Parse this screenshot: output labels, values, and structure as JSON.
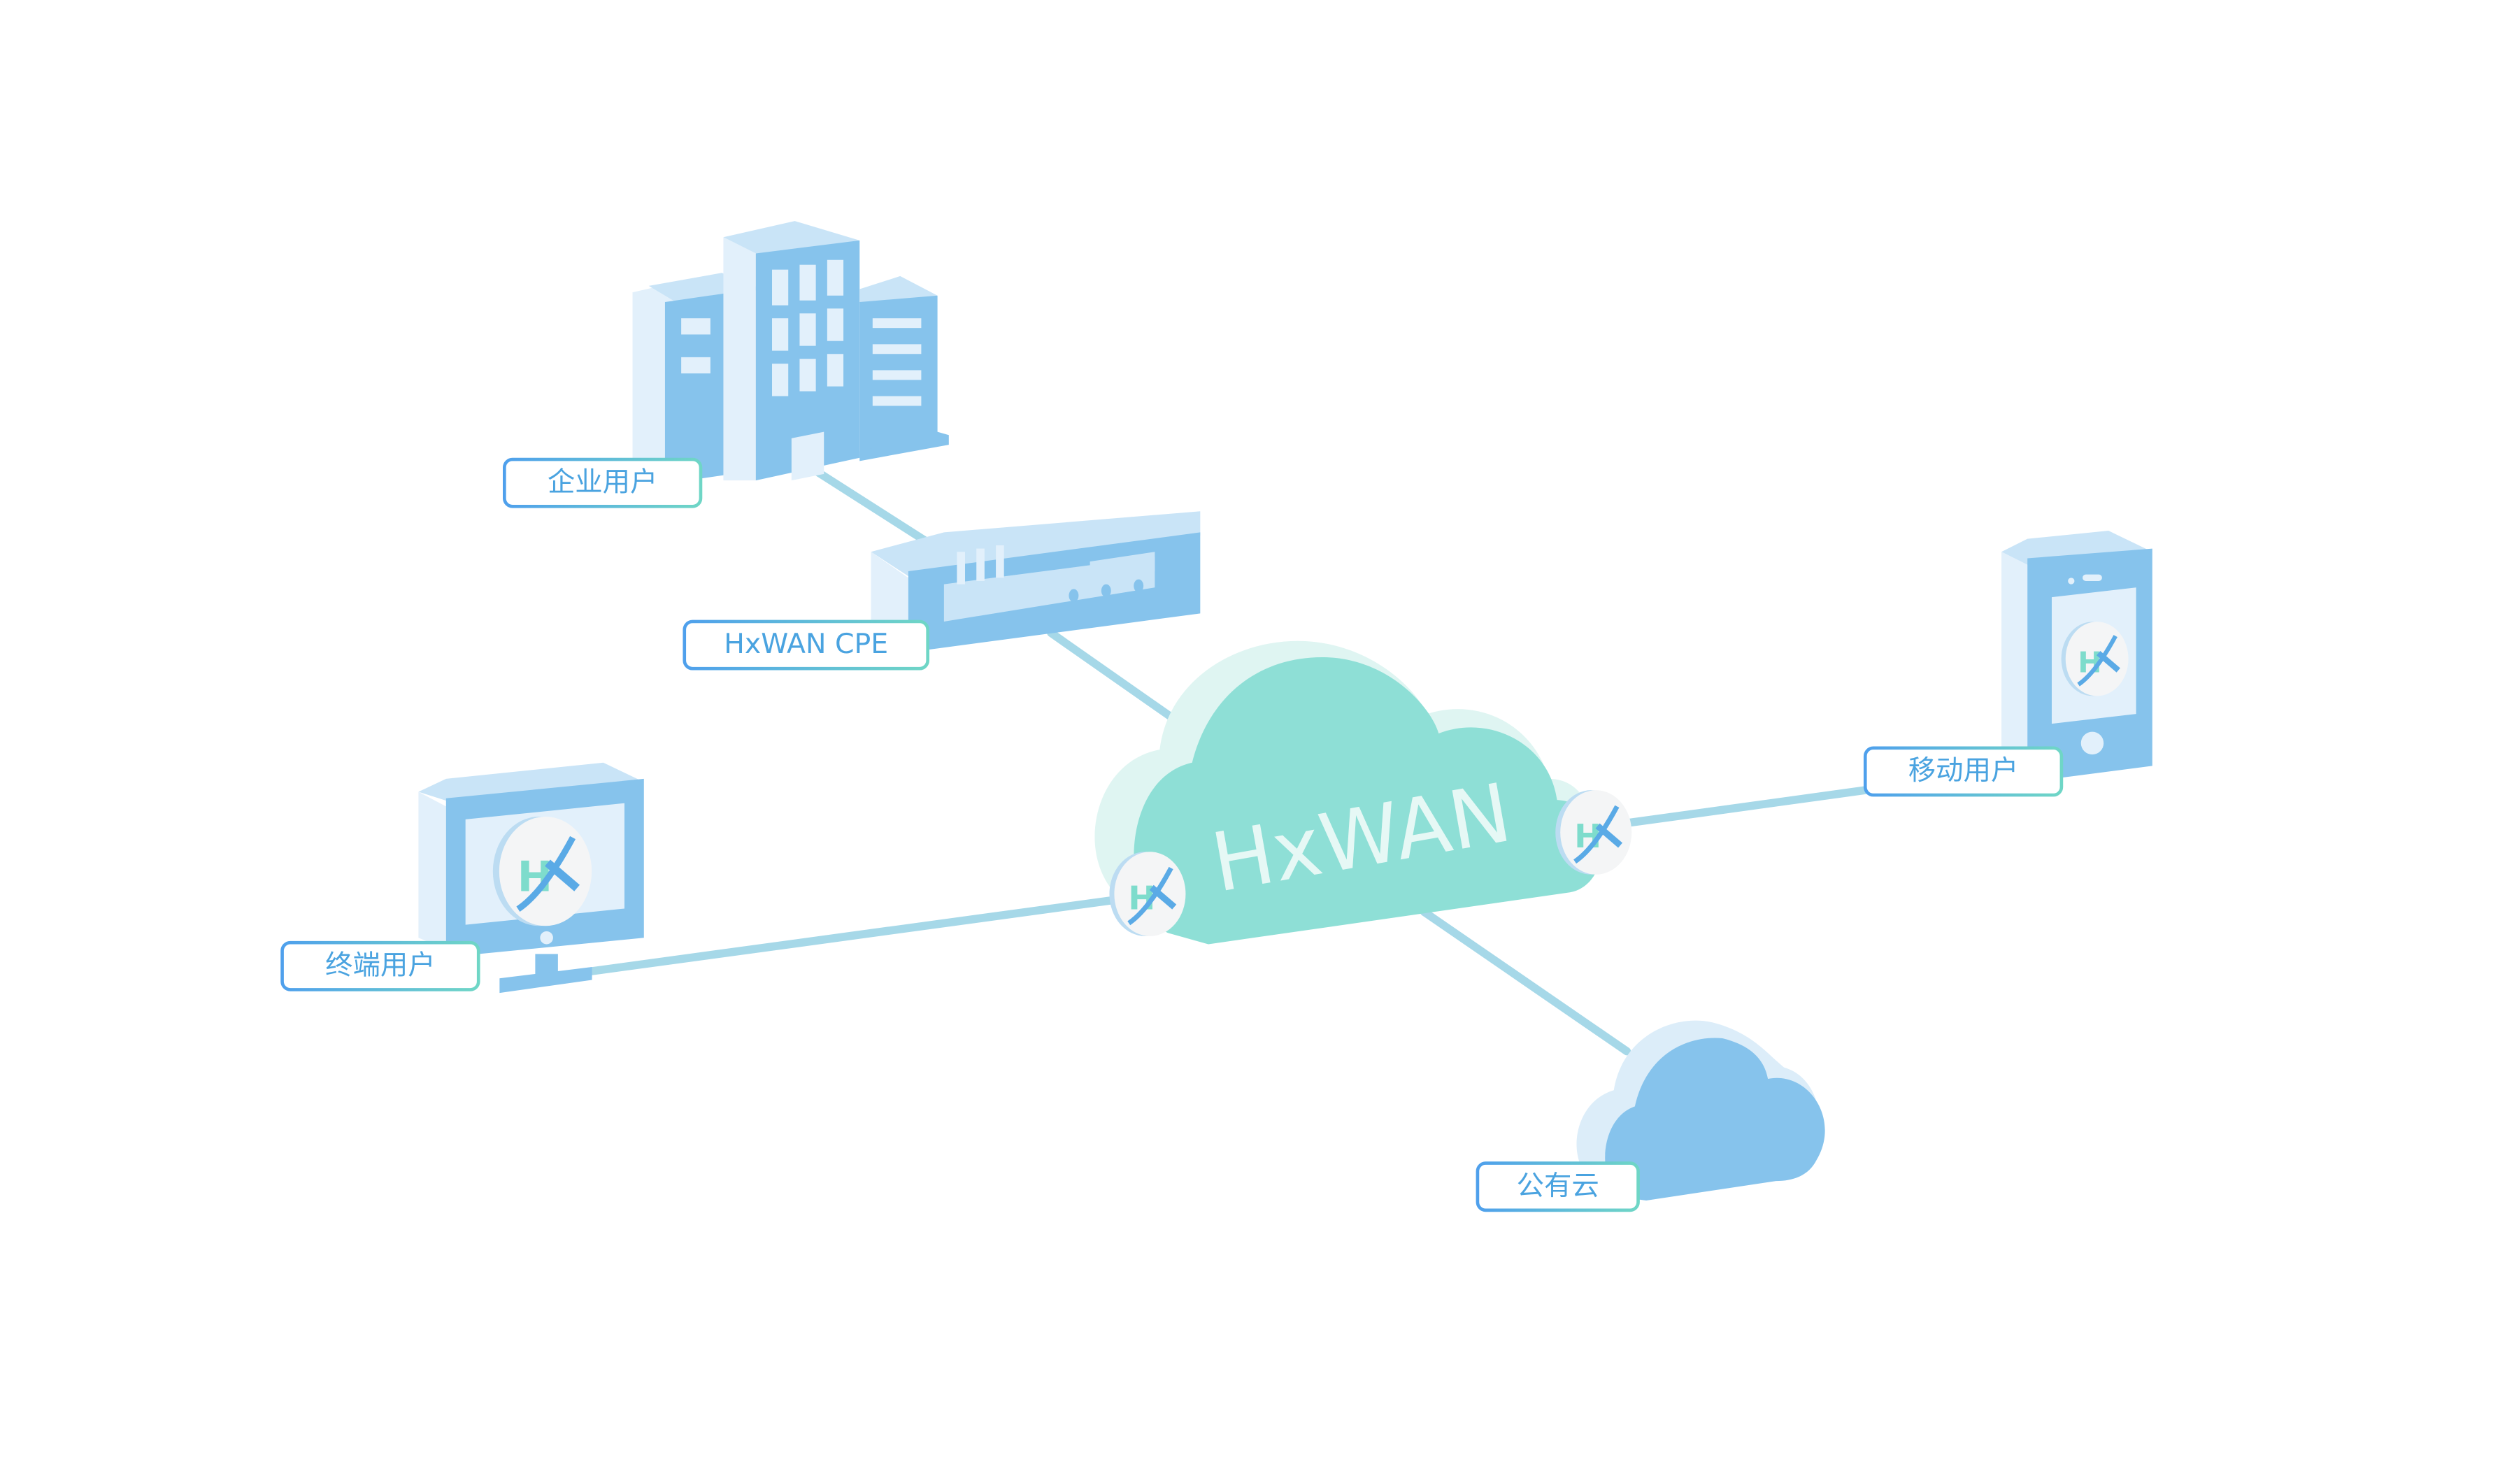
{
  "diagram": {
    "core": {
      "label": "HxWAN"
    },
    "nodes": {
      "enterprise": {
        "label": "企业用户"
      },
      "cpe": {
        "label": "HxWAN CPE"
      },
      "mobile": {
        "label": "移动用户"
      },
      "terminal": {
        "label": "终端用户"
      },
      "public_cloud": {
        "label": "公有云"
      }
    },
    "badge_text": "HX"
  },
  "colors": {
    "device_blue": "#86c3ec",
    "device_light": "#c9e4f7",
    "cloud_teal": "#8edfd6",
    "line": "#a6d8e8",
    "label_text": "#4aa3e0"
  }
}
